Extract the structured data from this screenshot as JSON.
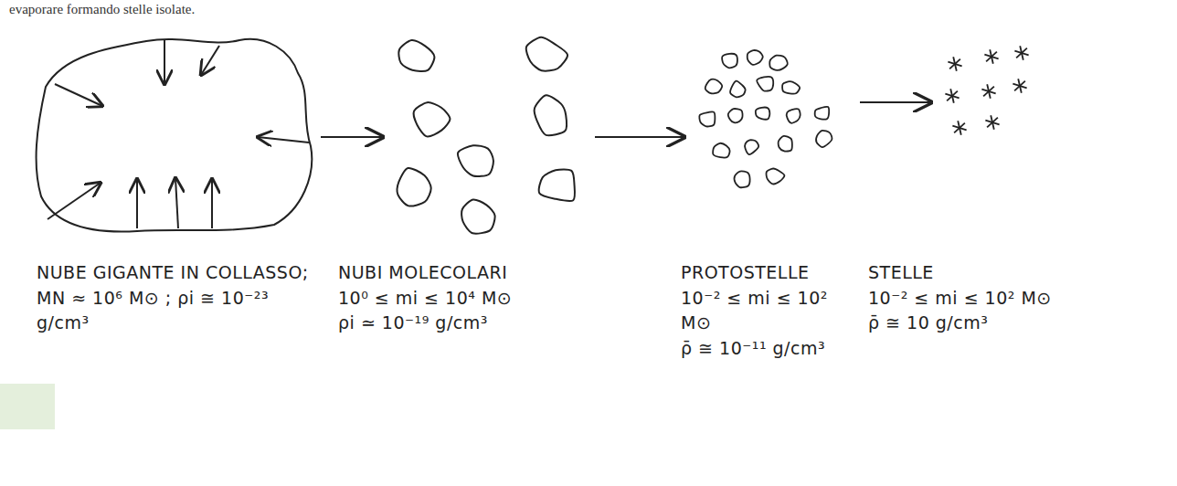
{
  "diagram": {
    "nodes": [
      {
        "text": [
          "NUBE GIGANTE IN COLLASSO; MN ≈ 10⁶ M⊙ ; ρi ≅ 10⁻²³ g/cm³"
        ]
      },
      {
        "text": [
          "NUBI MOLECOLARI",
          "10⁰ ≤ mi ≤ 10⁴ M⊙",
          "ρi ≃ 10⁻¹⁹ g/cm³"
        ]
      },
      {
        "text": [
          "PROTOSTELLE",
          "10⁻² ≤ mi ≤ 10² M⊙",
          "ρ̄ ≅ 10⁻¹¹ g/cm³"
        ]
      },
      {
        "text": [
          "STELLE",
          "10⁻² ≤ mi ≤ 10² M⊙",
          "ρ̄ ≅ 10 g/cm³"
        ]
      }
    ],
    "edges": [
      {
        "from": 0,
        "to": 1,
        "arrow": "to"
      },
      {
        "from": 1,
        "to": 2,
        "arrow": "to"
      },
      {
        "from": 2,
        "to": 3,
        "arrow": "to"
      }
    ],
    "labels": [
      "evaporare formando stelle isolate."
    ]
  }
}
